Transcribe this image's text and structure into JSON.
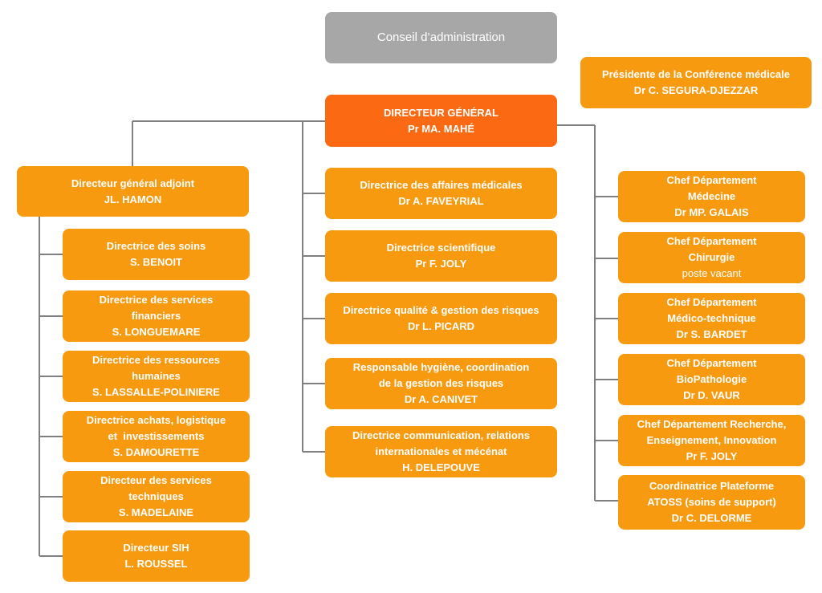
{
  "colors": {
    "box": "#f79a10",
    "director_general": "#fb6a12",
    "board": "#a7a7a7",
    "connector": "#7f7f7f",
    "text": "#ffffff"
  },
  "board": {
    "label": "Conseil d’administration"
  },
  "conference": {
    "title": "Présidente de la Conférence médicale",
    "name": "Dr C. SEGURA-DJEZZAR"
  },
  "director_general": {
    "title": "DIRECTEUR GÉNÉRAL",
    "name": "Pr MA. MAHÉ"
  },
  "deputy": {
    "title": "Directeur général adjoint",
    "name": "JL. HAMON"
  },
  "left_column": [
    {
      "lines": [
        "Directrice des soins"
      ],
      "name": "S. BENOIT"
    },
    {
      "lines": [
        "Directrice des services",
        "financiers"
      ],
      "name": "S. LONGUEMARE"
    },
    {
      "lines": [
        "Directrice des ressources",
        "humaines"
      ],
      "name": "S. LASSALLE-POLINIERE"
    },
    {
      "lines": [
        "Directrice achats, logistique",
        "et  investissements"
      ],
      "name": "S. DAMOURETTE"
    },
    {
      "lines": [
        "Directeur des services",
        "techniques"
      ],
      "name": "S. MADELAINE"
    },
    {
      "lines": [
        "Directeur SIH"
      ],
      "name": "L. ROUSSEL"
    }
  ],
  "center_column": [
    {
      "lines": [
        "Directrice des affaires médicales"
      ],
      "name": "Dr A. FAVEYRIAL"
    },
    {
      "lines": [
        "Directrice scientifique"
      ],
      "name": "Pr F. JOLY"
    },
    {
      "lines": [
        "Directrice qualité & gestion des risques"
      ],
      "name": "Dr L. PICARD"
    },
    {
      "lines": [
        "Responsable hygiène, coordination",
        "de la gestion des risques"
      ],
      "name": "Dr A. CANIVET"
    },
    {
      "lines": [
        "Directrice communication, relations",
        "internationales et mécénat"
      ],
      "name": "H. DELEPOUVE"
    }
  ],
  "right_column": [
    {
      "lines": [
        "Chef Département",
        "Médecine"
      ],
      "name": "Dr MP. GALAIS"
    },
    {
      "lines": [
        "Chef Département",
        "Chirurgie"
      ],
      "name": "poste vacant"
    },
    {
      "lines": [
        "Chef Département",
        "Médico-technique"
      ],
      "name": "Dr S. BARDET"
    },
    {
      "lines": [
        "Chef Département",
        "BioPathologie"
      ],
      "name": "Dr D. VAUR"
    },
    {
      "lines": [
        "Chef Département Recherche,",
        "Enseignement, Innovation"
      ],
      "name": "Pr F. JOLY"
    },
    {
      "lines": [
        "Coordinatrice Plateforme",
        "ATOSS (soins de support)"
      ],
      "name": "Dr C. DELORME"
    }
  ]
}
